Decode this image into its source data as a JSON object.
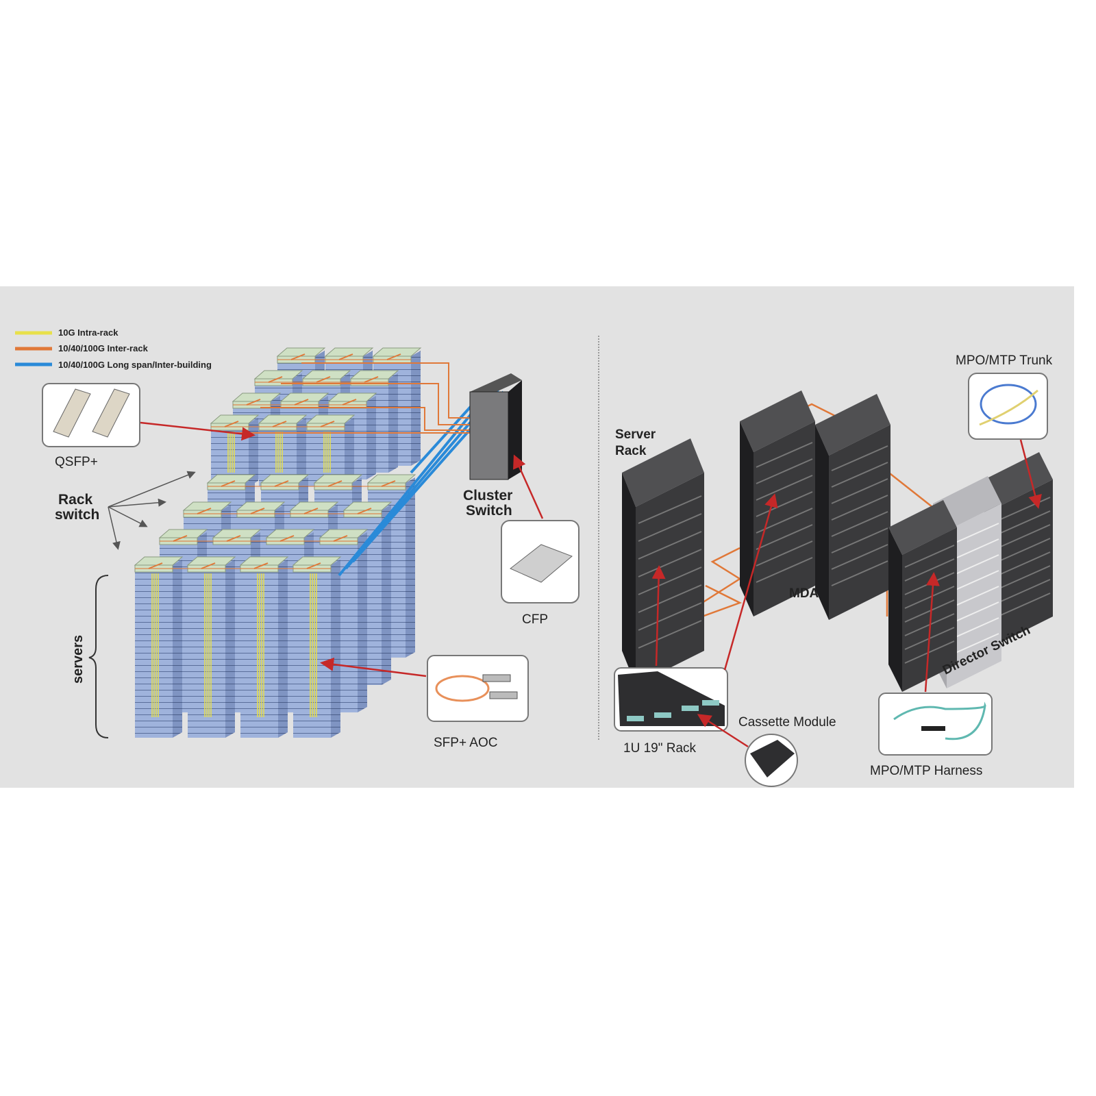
{
  "legend": [
    {
      "label": "10G Intra-rack",
      "color": "#e8e04a"
    },
    {
      "label": "10/40/100G  Inter-rack",
      "color": "#e07838"
    },
    {
      "label": "10/40/100G  Long span/Inter-building",
      "color": "#2a8ad8"
    }
  ],
  "left": {
    "qsfp_label": "QSFP+",
    "rack_switch_label_1": "Rack",
    "rack_switch_label_2": "switch",
    "servers_label": "servers",
    "cluster_switch_label_1": "Cluster",
    "cluster_switch_label_2": "Switch",
    "cfp_label": "CFP",
    "sfp_aoc_label": "SFP+ AOC"
  },
  "right": {
    "server_rack_label_1": "Server",
    "server_rack_label_2": "Rack",
    "mda_label": "MDA",
    "director_switch_label": "Director Switch",
    "mpo_trunk_label": "MPO/MTP Trunk",
    "mpo_harness_label": "MPO/MTP Harness",
    "cassette_label": "Cassette Module",
    "rack_1u_label": "1U 19\" Rack"
  },
  "colors": {
    "arrow": "#c62828",
    "server": "#9fb3dc",
    "cap": "#cfe0c4",
    "rack": "#3a3a3c"
  }
}
